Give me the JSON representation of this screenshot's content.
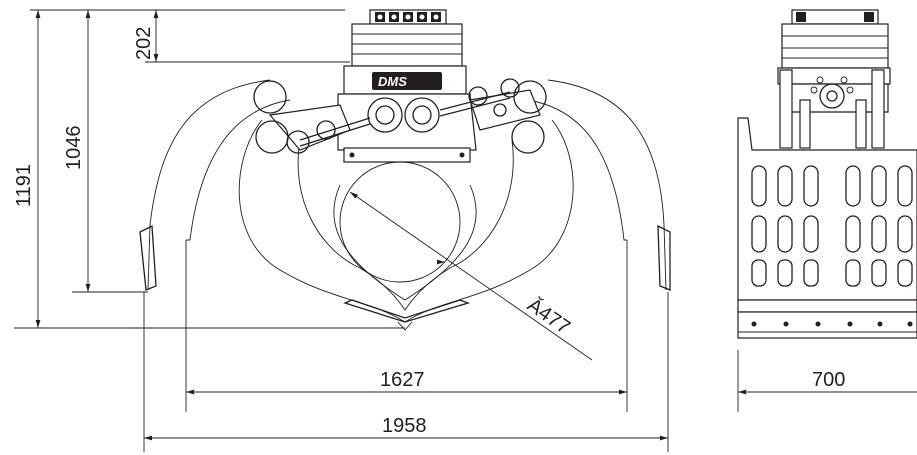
{
  "dimensions": {
    "overall_height": "1191",
    "jaw_height": "1046",
    "rotator_height": "202",
    "inner_width": "1627",
    "outer_width": "1958",
    "diameter": "Ă477",
    "side_width": "700"
  },
  "logo_text": "DMS",
  "colors": {
    "line": "#231f20",
    "background": "#ffffff"
  }
}
